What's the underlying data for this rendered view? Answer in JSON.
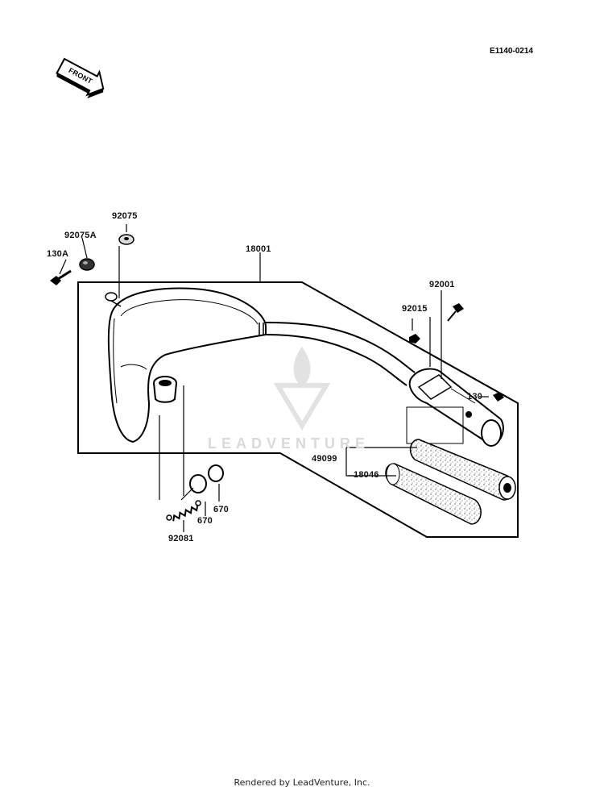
{
  "diagram": {
    "code": "E1140-0214",
    "front_label": "FRONT",
    "watermark": "LEADVENTURE",
    "footer": "Rendered by LeadVenture, Inc.",
    "labels": {
      "p92075": "92075",
      "p92075A": "92075A",
      "p130A": "130A",
      "p18001": "18001",
      "p92001": "92001",
      "p92015": "92015",
      "p130": "130",
      "p49099": "49099",
      "p18046": "18046",
      "p670a": "670",
      "p670b": "670",
      "p92081": "92081"
    }
  }
}
